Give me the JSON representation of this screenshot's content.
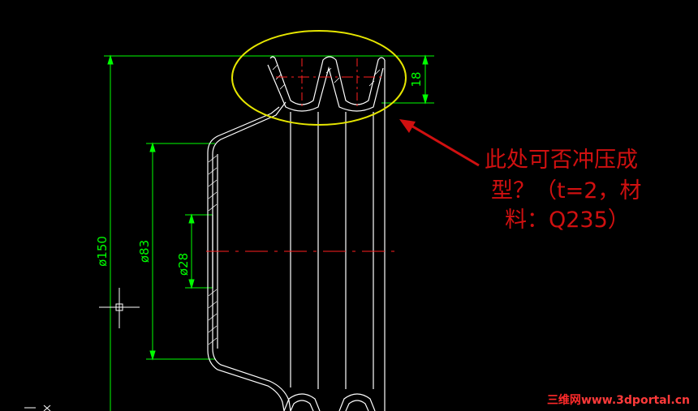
{
  "dimensions": {
    "height": "18",
    "outer_dia": "ø150",
    "mid_dia": "ø83",
    "inner_dia": "ø28"
  },
  "annotation": {
    "line1": "此处可否冲压成",
    "line2": "型？（t=2，材",
    "line3": "料：Q235）"
  },
  "watermark": {
    "cn": "三维网",
    "url": "www.3dportal.cn"
  },
  "colors": {
    "background": "#000000",
    "outline": "#ffffff",
    "dimension": "#00ff00",
    "centerline": "#ff0000",
    "highlight_ellipse": "#e6e600",
    "annotation": "#d01010"
  }
}
